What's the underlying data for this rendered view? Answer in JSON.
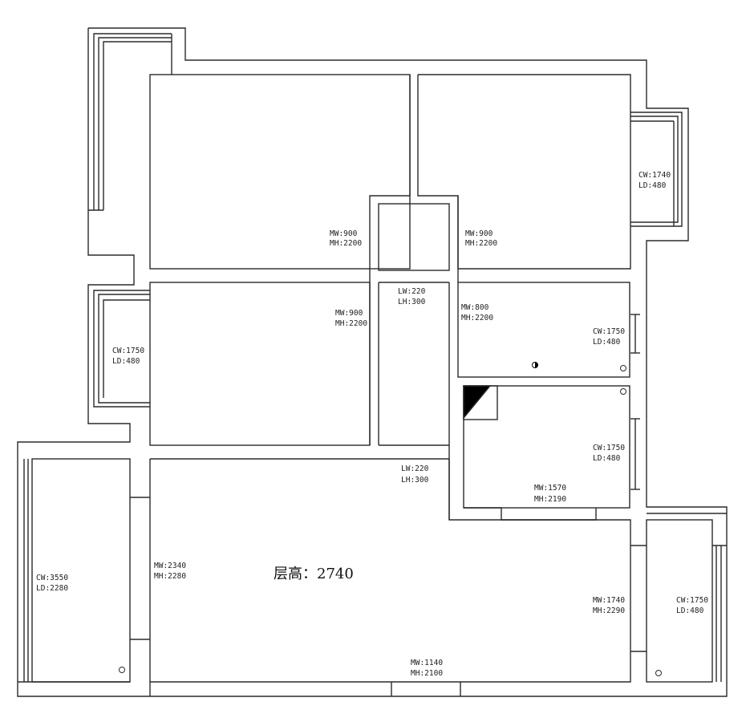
{
  "plan": {
    "ceiling_height_label": "层高：2740",
    "labels": {
      "room_nw_door": [
        "MW:900",
        "MH:2200"
      ],
      "room_ne_door": [
        "MW:900",
        "MH:2200"
      ],
      "balcony_ne": [
        "CW:1740",
        "LD:480"
      ],
      "room_w_door": [
        "MW:900",
        "MH:2200"
      ],
      "corridor_upper_opening": [
        "LW:220",
        "LH:300"
      ],
      "bath_door": [
        "MW:800",
        "MH:2200"
      ],
      "bath_window": [
        "CW:1750",
        "LD:480"
      ],
      "balcony_w": [
        "CW:1750",
        "LD:480"
      ],
      "kitchen_window": [
        "CW:1750",
        "LD:480"
      ],
      "corridor_lower_opening": [
        "LW:220",
        "LH:300"
      ],
      "kitchen_door": [
        "MW:1570",
        "MH:2190"
      ],
      "balcony_sw": [
        "CW:3550",
        "LD:2280"
      ],
      "living_west_door": [
        "MW:2340",
        "MH:2280"
      ],
      "living_east_door": [
        "MW:1740",
        "MH:2290"
      ],
      "balcony_se": [
        "CW:1750",
        "LD:480"
      ],
      "entrance_door": [
        "MW:1140",
        "MH:2100"
      ]
    }
  },
  "colors": {
    "line": "#2b2b2b",
    "text": "#1e1e1e",
    "fill_mark": "#000000"
  }
}
